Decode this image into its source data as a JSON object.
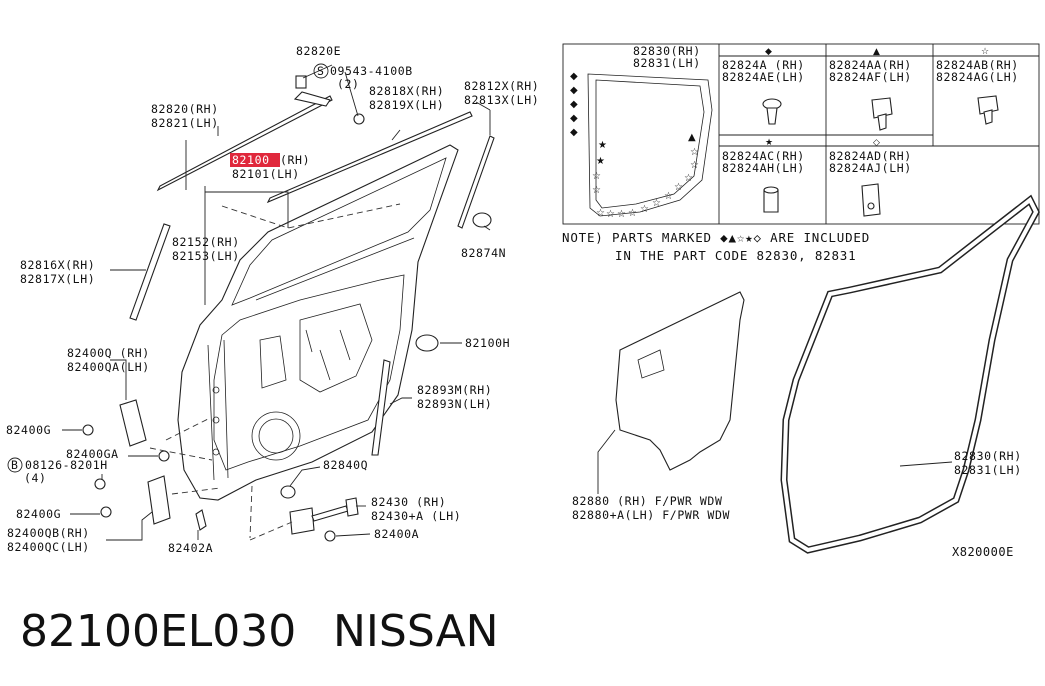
{
  "labels": {
    "p82820E": "82820E",
    "p09543": "09543-4100B",
    "p09543_qty": "(2)",
    "p82820_rh": "82820(RH)",
    "p82821_lh": "82821(LH)",
    "p82818x_rh": "82818X(RH)",
    "p82819x_lh": "82819X(LH)",
    "p82812x_rh": "82812X(RH)",
    "p82813x_lh": "82813X(LH)",
    "p82100_rh_code": "82100",
    "p82100_rh_suffix": "(RH)",
    "p82101_lh": "82101(LH)",
    "p82152_rh": "82152(RH)",
    "p82153_lh": "82153(LH)",
    "p82816x_rh": "82816X(RH)",
    "p82817x_lh": "82817X(LH)",
    "p82874n": "82874N",
    "p82100h": "82100H",
    "p82400q_rh": "82400Q (RH)",
    "p82400qa_lh": "82400QA(LH)",
    "p82893m_rh": "82893M(RH)",
    "p82893n_lh": "82893N(LH)",
    "p82400g_1": "82400G",
    "p82400ga": "82400GA",
    "p08126": "08126-8201H",
    "p08126_qty": "(4)",
    "p82840q": "82840Q",
    "p82400g_2": "82400G",
    "p82430_rh": "82430 (RH)",
    "p82430a_lh": "82430+A (LH)",
    "p82400qb_rh": "82400QB(RH)",
    "p82400qc_lh": "82400QC(LH)",
    "p82402a": "82402A",
    "p82400a": "82400A",
    "p82880_rh": "82880 (RH) F/PWR WDW",
    "p82880a_lh": "82880+A(LH) F/PWR WDW",
    "p82830_rh": "82830(RH)",
    "p82831_lh": "82831(LH)",
    "box_82830_rh": "82830(RH)",
    "box_82831_lh": "82831(LH)",
    "box_82824a_rh": "82824A (RH)",
    "box_82824ae_lh": "82824AE(LH)",
    "box_82824aa_rh": "82824AA(RH)",
    "box_82824af_lh": "82824AF(LH)",
    "box_82824ab_rh": "82824AB(RH)",
    "box_82824ag_lh": "82824AG(LH)",
    "box_82824ac_rh": "82824AC(RH)",
    "box_82824ah_lh": "82824AH(LH)",
    "box_82824ad_rh": "82824AD(RH)",
    "box_82824aj_lh": "82824AJ(LH)"
  },
  "note_line1": "NOTE) PARTS MARKED ◆▲☆★◇ ARE INCLUDED",
  "note_line2": "IN THE PART CODE 82830, 82831",
  "diagram_code": "X820000E",
  "footer": {
    "part_number": "82100EL030",
    "brand": "NISSAN"
  },
  "colors": {
    "highlight": "#e0283c",
    "ink": "#222222"
  }
}
